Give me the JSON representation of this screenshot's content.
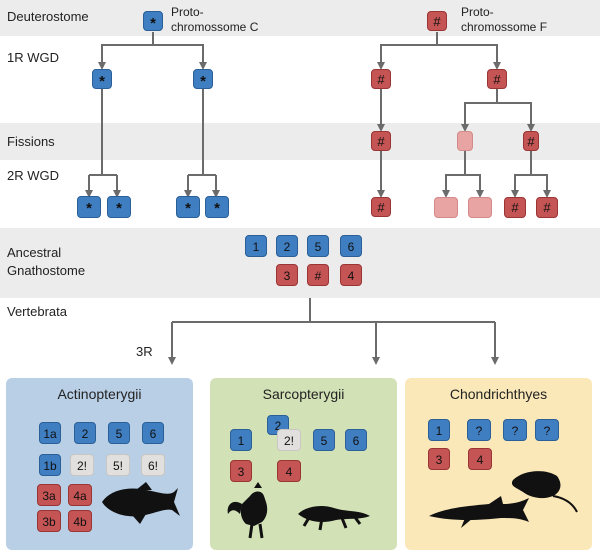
{
  "rows": {
    "deuterostome": "Deuterostome",
    "wgd1": "1R WGD",
    "fissions": "Fissions",
    "wgd2": "2R WGD",
    "ancestral": "Ancestral",
    "gnathostome": "Gnathostome",
    "vertebrata": "Vertebrata",
    "r3": "3R"
  },
  "protos": {
    "c_line1": "Proto-",
    "c_line2": "chromossome C",
    "f_line1": "Proto-",
    "f_line2": "chromossome F"
  },
  "symbols": {
    "star": "*",
    "hash": "#"
  },
  "ancestral_boxes": {
    "b1": "1",
    "b2": "2",
    "b5": "5",
    "b6": "6",
    "r3": "3",
    "rh": "#",
    "r4": "4"
  },
  "panels": {
    "actino": {
      "title": "Actinopterygii",
      "colors": {
        "bg": "#b8cfe6"
      },
      "boxes": [
        "1a",
        "2",
        "5",
        "6",
        "1b",
        "2!",
        "5!",
        "6!",
        "3a",
        "4a",
        "3b",
        "4b"
      ]
    },
    "sarco": {
      "title": "Sarcopterygii",
      "colors": {
        "bg": "#d3e2b6"
      },
      "boxes": [
        "1",
        "2",
        "2!",
        "5",
        "6",
        "3",
        "4"
      ]
    },
    "chondr": {
      "title": "Chondrichthyes",
      "colors": {
        "bg": "#fbe8b9"
      },
      "boxes": [
        "1",
        "?",
        "?",
        "?",
        "3",
        "4"
      ]
    }
  },
  "colors": {
    "blue": "#3f7ec1",
    "red": "#c55454",
    "pink": "#e8a3a3",
    "grey_box": "#e2e0de",
    "band": "#ececec",
    "line": "#6b6b6b"
  },
  "icons": [
    "fish-silhouette-icon",
    "rooster-silhouette-icon",
    "salamander-silhouette-icon",
    "shark-silhouette-icon",
    "stingray-silhouette-icon"
  ]
}
